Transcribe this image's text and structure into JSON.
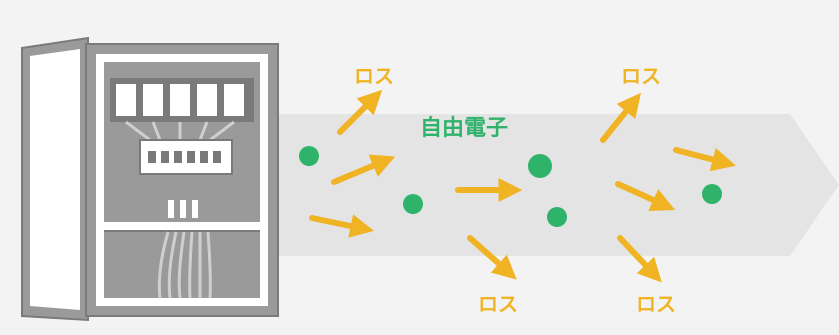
{
  "colors": {
    "background": "#f3f3f3",
    "band": "#e4e4e4",
    "cabinet_fill": "#9a9a9a",
    "cabinet_line": "#7a7a7a",
    "cabinet_light": "#cfcfcf",
    "cabinet_white": "#ffffff",
    "electron": "#2fb36b",
    "arrow": "#f0b323",
    "loss_text": "#f0b323",
    "free_text": "#2fb36b"
  },
  "labels": {
    "free_electrons": "自由電子",
    "loss_1": "ロス",
    "loss_2": "ロス",
    "loss_3": "ロス",
    "loss_4": "ロス"
  },
  "icons": {
    "cabinet": "electrical-cabinet-icon",
    "electron": "electron-dot-icon",
    "arrow": "arrow-icon",
    "flow": "flow-band-arrow"
  }
}
